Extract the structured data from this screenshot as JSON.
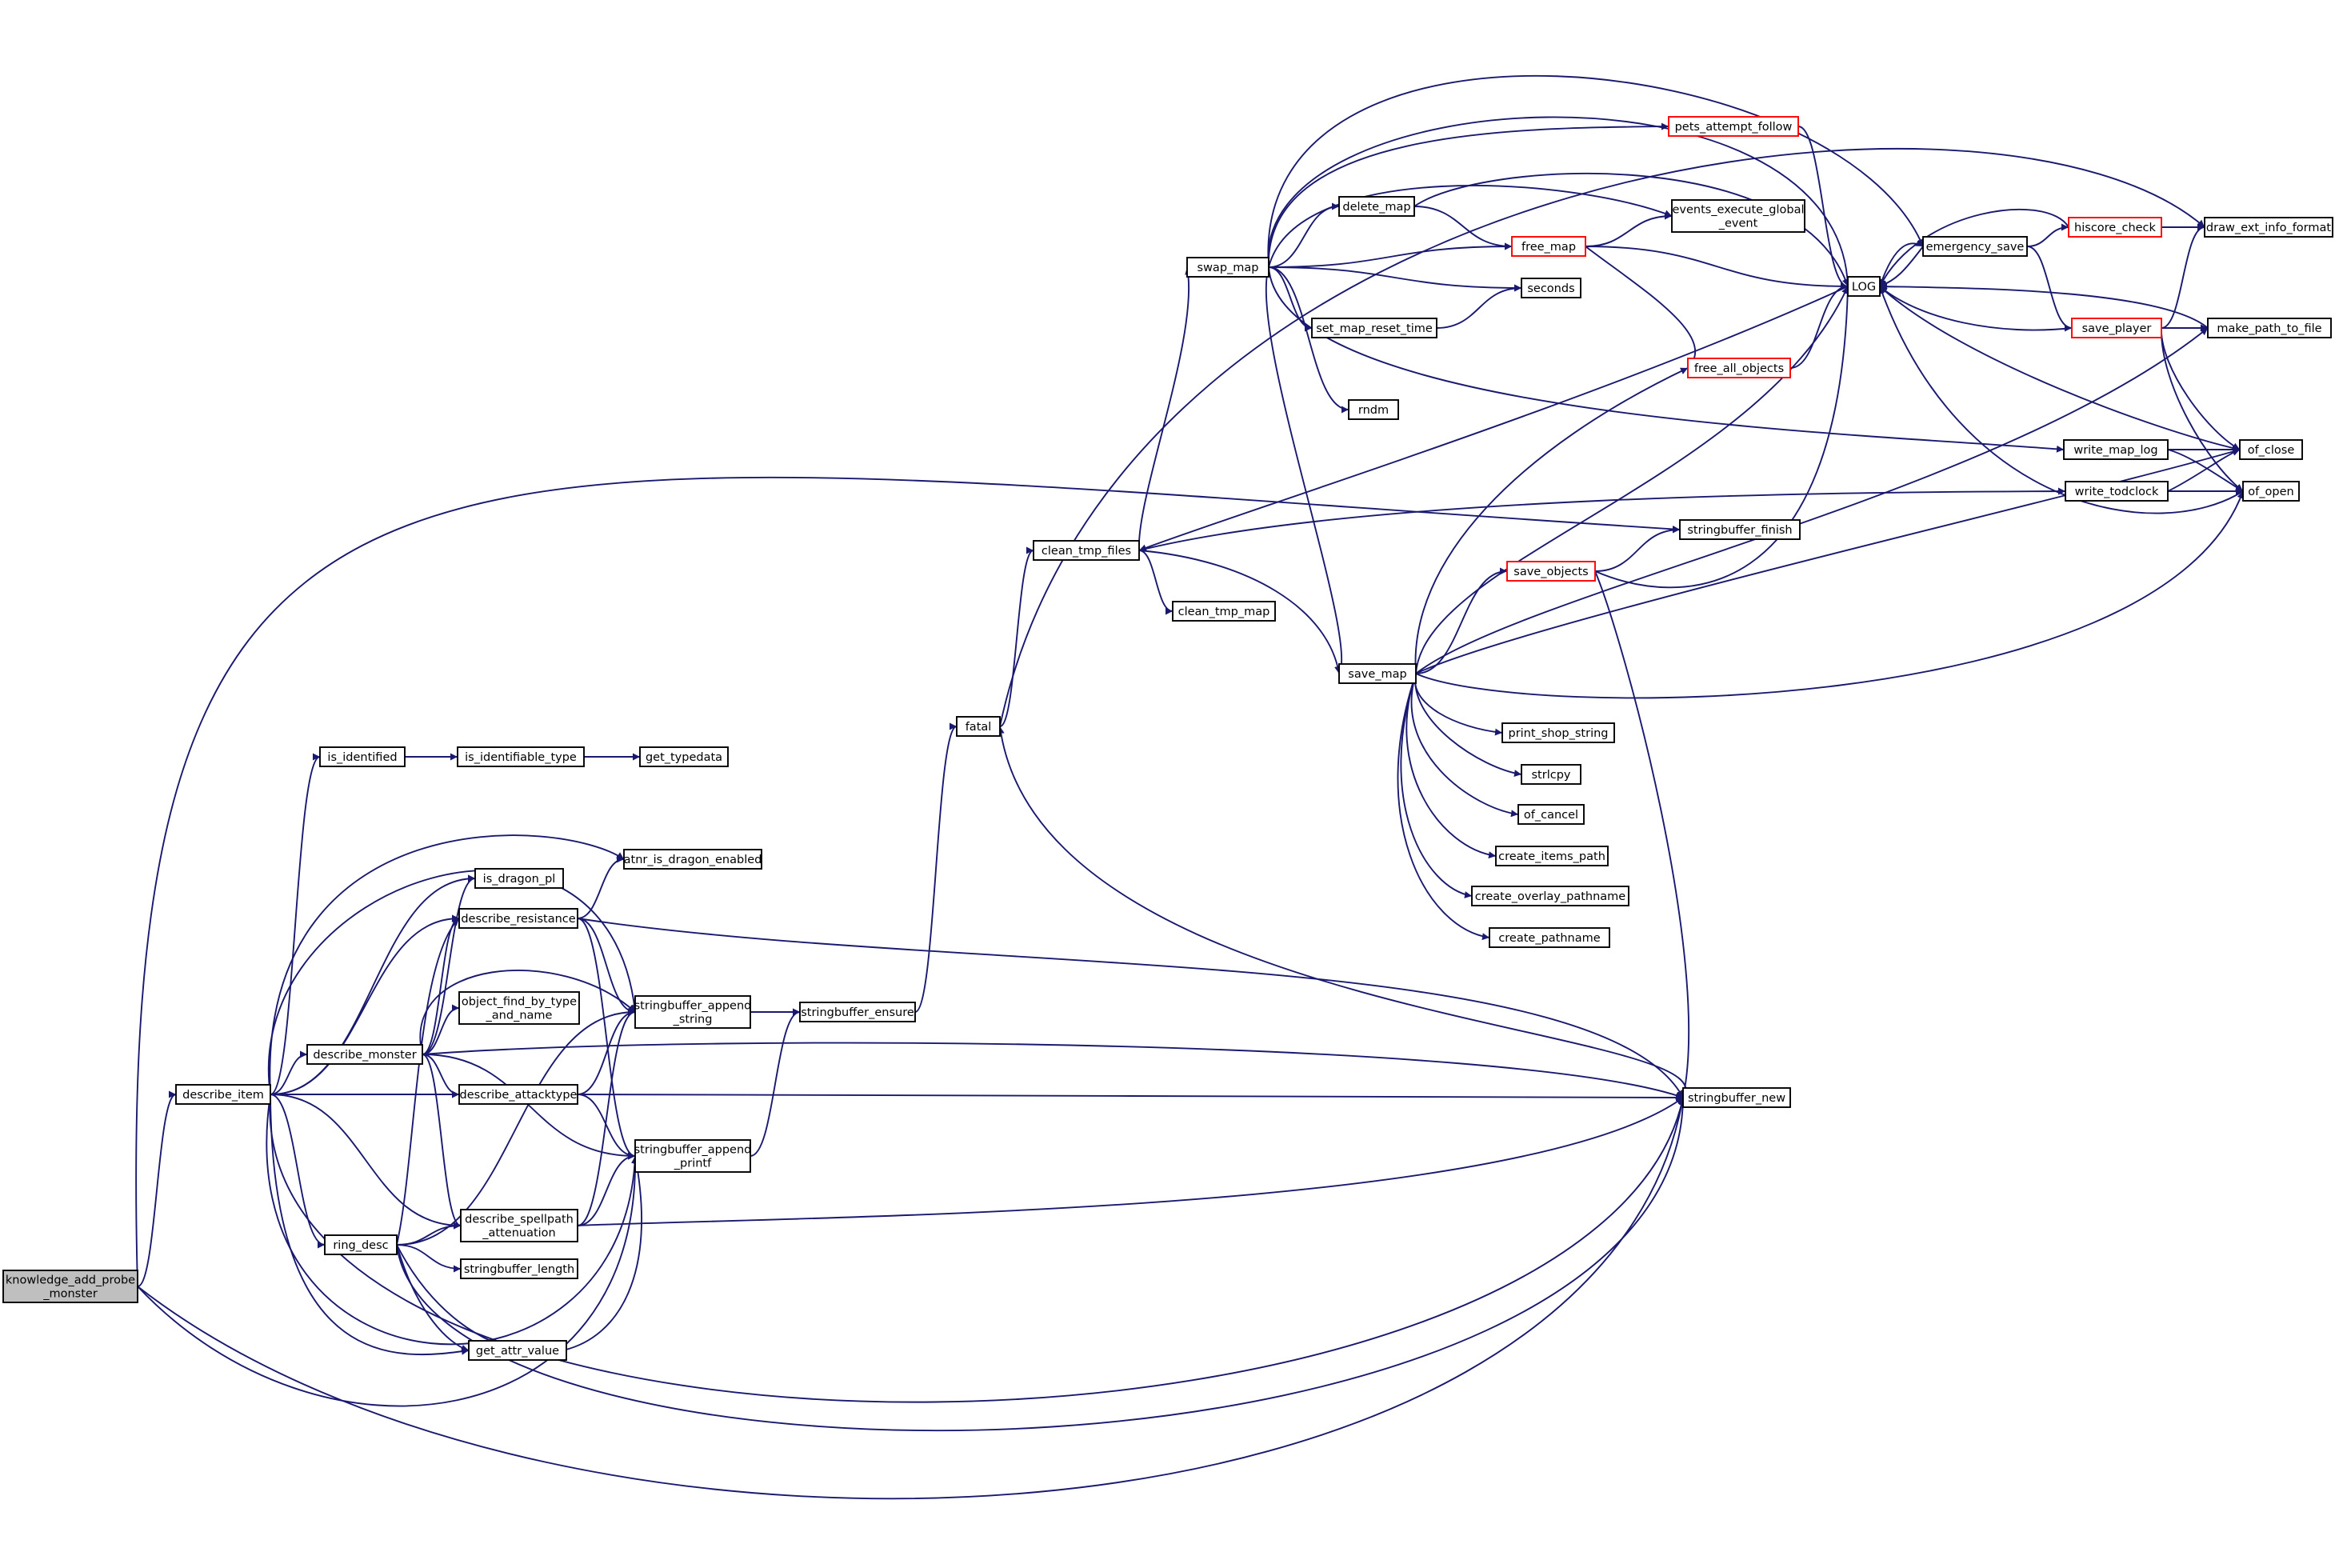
{
  "colors": {
    "edge": "#191970",
    "root_fill": "#bfbfbf",
    "truncated_border": "#ff0000",
    "border": "#000000"
  },
  "nodes": {
    "knowledge_add_probe_monster": {
      "lines": [
        "knowledge_add_probe",
        "_monster"
      ],
      "root": true
    },
    "describe_item": {
      "lines": [
        "describe_item"
      ]
    },
    "is_identified": {
      "lines": [
        "is_identified"
      ]
    },
    "is_identifiable_type": {
      "lines": [
        "is_identifiable_type"
      ]
    },
    "get_typedata": {
      "lines": [
        "get_typedata"
      ]
    },
    "atnr_is_dragon_enabled": {
      "lines": [
        "atnr_is_dragon_enabled"
      ]
    },
    "is_dragon_pl": {
      "lines": [
        "is_dragon_pl"
      ]
    },
    "describe_resistance": {
      "lines": [
        "describe_resistance"
      ]
    },
    "object_find_by_type_and_name": {
      "lines": [
        "object_find_by_type",
        "_and_name"
      ]
    },
    "describe_monster": {
      "lines": [
        "describe_monster"
      ]
    },
    "stringbuffer_append_string": {
      "lines": [
        "stringbuffer_append",
        "_string"
      ]
    },
    "stringbuffer_ensure": {
      "lines": [
        "stringbuffer_ensure"
      ]
    },
    "describe_attacktype": {
      "lines": [
        "describe_attacktype"
      ]
    },
    "stringbuffer_append_printf": {
      "lines": [
        "stringbuffer_append",
        "_printf"
      ]
    },
    "describe_spellpath_attenuation": {
      "lines": [
        "describe_spellpath",
        "_attenuation"
      ]
    },
    "ring_desc": {
      "lines": [
        "ring_desc"
      ]
    },
    "stringbuffer_length": {
      "lines": [
        "stringbuffer_length"
      ]
    },
    "get_attr_value": {
      "lines": [
        "get_attr_value"
      ]
    },
    "fatal": {
      "lines": [
        "fatal"
      ]
    },
    "clean_tmp_files": {
      "lines": [
        "clean_tmp_files"
      ]
    },
    "clean_tmp_map": {
      "lines": [
        "clean_tmp_map"
      ]
    },
    "swap_map": {
      "lines": [
        "swap_map"
      ]
    },
    "delete_map": {
      "lines": [
        "delete_map"
      ]
    },
    "free_map": {
      "lines": [
        "free_map"
      ],
      "truncated": true
    },
    "set_map_reset_time": {
      "lines": [
        "set_map_reset_time"
      ]
    },
    "rndm": {
      "lines": [
        "rndm"
      ]
    },
    "seconds": {
      "lines": [
        "seconds"
      ]
    },
    "events_execute_global_event": {
      "lines": [
        "events_execute_global",
        "_event"
      ]
    },
    "pets_attempt_follow": {
      "lines": [
        "pets_attempt_follow"
      ],
      "truncated": true
    },
    "LOG": {
      "lines": [
        "LOG"
      ]
    },
    "free_all_objects": {
      "lines": [
        "free_all_objects"
      ],
      "truncated": true
    },
    "save_map": {
      "lines": [
        "save_map"
      ]
    },
    "save_objects": {
      "lines": [
        "save_objects"
      ],
      "truncated": true
    },
    "print_shop_string": {
      "lines": [
        "print_shop_string"
      ]
    },
    "strlcpy": {
      "lines": [
        "strlcpy"
      ]
    },
    "of_cancel": {
      "lines": [
        "of_cancel"
      ]
    },
    "create_items_path": {
      "lines": [
        "create_items_path"
      ]
    },
    "create_overlay_pathname": {
      "lines": [
        "create_overlay_pathname"
      ]
    },
    "create_pathname": {
      "lines": [
        "create_pathname"
      ]
    },
    "stringbuffer_finish": {
      "lines": [
        "stringbuffer_finish"
      ]
    },
    "stringbuffer_new": {
      "lines": [
        "stringbuffer_new"
      ]
    },
    "emergency_save": {
      "lines": [
        "emergency_save"
      ]
    },
    "hiscore_check": {
      "lines": [
        "hiscore_check"
      ],
      "truncated": true
    },
    "save_player": {
      "lines": [
        "save_player"
      ],
      "truncated": true
    },
    "draw_ext_info_format": {
      "lines": [
        "draw_ext_info_format"
      ]
    },
    "make_path_to_file": {
      "lines": [
        "make_path_to_file"
      ]
    },
    "write_map_log": {
      "lines": [
        "write_map_log"
      ]
    },
    "write_todclock": {
      "lines": [
        "write_todclock"
      ]
    },
    "of_close": {
      "lines": [
        "of_close"
      ]
    },
    "of_open": {
      "lines": [
        "of_open"
      ]
    }
  },
  "edges": [
    [
      "knowledge_add_probe_monster",
      "describe_item"
    ],
    [
      "knowledge_add_probe_monster",
      "stringbuffer_finish"
    ],
    [
      "knowledge_add_probe_monster",
      "stringbuffer_append_printf"
    ],
    [
      "knowledge_add_probe_monster",
      "stringbuffer_new"
    ],
    [
      "describe_item",
      "is_identified"
    ],
    [
      "describe_item",
      "atnr_is_dragon_enabled"
    ],
    [
      "describe_item",
      "is_dragon_pl"
    ],
    [
      "describe_item",
      "describe_resistance"
    ],
    [
      "describe_item",
      "describe_monster"
    ],
    [
      "describe_item",
      "stringbuffer_append_string"
    ],
    [
      "describe_item",
      "describe_attacktype"
    ],
    [
      "describe_item",
      "describe_spellpath_attenuation"
    ],
    [
      "describe_item",
      "ring_desc"
    ],
    [
      "describe_item",
      "get_attr_value"
    ],
    [
      "describe_item",
      "stringbuffer_append_printf"
    ],
    [
      "describe_item",
      "stringbuffer_new"
    ],
    [
      "is_identified",
      "is_identifiable_type"
    ],
    [
      "is_identifiable_type",
      "get_typedata"
    ],
    [
      "describe_resistance",
      "atnr_is_dragon_enabled"
    ],
    [
      "describe_resistance",
      "stringbuffer_append_string"
    ],
    [
      "describe_resistance",
      "stringbuffer_append_printf"
    ],
    [
      "describe_resistance",
      "stringbuffer_new"
    ],
    [
      "describe_monster",
      "is_dragon_pl"
    ],
    [
      "describe_monster",
      "describe_resistance"
    ],
    [
      "describe_monster",
      "object_find_by_type_and_name"
    ],
    [
      "describe_monster",
      "stringbuffer_append_string"
    ],
    [
      "describe_monster",
      "describe_attacktype"
    ],
    [
      "describe_monster",
      "stringbuffer_append_printf"
    ],
    [
      "describe_monster",
      "describe_spellpath_attenuation"
    ],
    [
      "describe_monster",
      "stringbuffer_new"
    ],
    [
      "describe_attacktype",
      "stringbuffer_append_string"
    ],
    [
      "describe_attacktype",
      "stringbuffer_append_printf"
    ],
    [
      "describe_attacktype",
      "stringbuffer_new"
    ],
    [
      "describe_spellpath_attenuation",
      "stringbuffer_append_string"
    ],
    [
      "describe_spellpath_attenuation",
      "stringbuffer_append_printf"
    ],
    [
      "describe_spellpath_attenuation",
      "stringbuffer_new"
    ],
    [
      "ring_desc",
      "describe_resistance"
    ],
    [
      "ring_desc",
      "stringbuffer_append_string"
    ],
    [
      "ring_desc",
      "describe_spellpath_attenuation"
    ],
    [
      "ring_desc",
      "stringbuffer_length"
    ],
    [
      "ring_desc",
      "get_attr_value"
    ],
    [
      "ring_desc",
      "stringbuffer_append_printf"
    ],
    [
      "ring_desc",
      "stringbuffer_new"
    ],
    [
      "stringbuffer_append_string",
      "stringbuffer_ensure"
    ],
    [
      "stringbuffer_append_printf",
      "stringbuffer_ensure"
    ],
    [
      "stringbuffer_ensure",
      "fatal"
    ],
    [
      "fatal",
      "clean_tmp_files"
    ],
    [
      "fatal",
      "draw_ext_info_format"
    ],
    [
      "clean_tmp_files",
      "swap_map"
    ],
    [
      "clean_tmp_files",
      "clean_tmp_map"
    ],
    [
      "clean_tmp_files",
      "save_map"
    ],
    [
      "clean_tmp_files",
      "write_todclock"
    ],
    [
      "swap_map",
      "emergency_save"
    ],
    [
      "swap_map",
      "pets_attempt_follow"
    ],
    [
      "swap_map",
      "LOG"
    ],
    [
      "swap_map",
      "delete_map"
    ],
    [
      "swap_map",
      "events_execute_global_event"
    ],
    [
      "swap_map",
      "free_map"
    ],
    [
      "swap_map",
      "seconds"
    ],
    [
      "swap_map",
      "set_map_reset_time"
    ],
    [
      "swap_map",
      "rndm"
    ],
    [
      "swap_map",
      "write_map_log"
    ],
    [
      "swap_map",
      "save_map"
    ],
    [
      "delete_map",
      "free_map"
    ],
    [
      "delete_map",
      "LOG"
    ],
    [
      "free_map",
      "events_execute_global_event"
    ],
    [
      "free_map",
      "LOG"
    ],
    [
      "free_map",
      "free_all_objects"
    ],
    [
      "set_map_reset_time",
      "seconds"
    ],
    [
      "pets_attempt_follow",
      "LOG"
    ],
    [
      "free_all_objects",
      "LOG"
    ],
    [
      "LOG",
      "clean_tmp_files"
    ],
    [
      "LOG",
      "emergency_save"
    ],
    [
      "emergency_save",
      "LOG"
    ],
    [
      "emergency_save",
      "hiscore_check"
    ],
    [
      "emergency_save",
      "save_player"
    ],
    [
      "hiscore_check",
      "LOG"
    ],
    [
      "hiscore_check",
      "draw_ext_info_format"
    ],
    [
      "save_player",
      "LOG"
    ],
    [
      "save_player",
      "draw_ext_info_format"
    ],
    [
      "save_player",
      "make_path_to_file"
    ],
    [
      "save_player",
      "of_close"
    ],
    [
      "save_player",
      "of_open"
    ],
    [
      "make_path_to_file",
      "LOG"
    ],
    [
      "of_close",
      "LOG"
    ],
    [
      "of_open",
      "LOG"
    ],
    [
      "write_map_log",
      "of_close"
    ],
    [
      "write_map_log",
      "of_open"
    ],
    [
      "write_todclock",
      "of_close"
    ],
    [
      "write_todclock",
      "of_open"
    ],
    [
      "save_map",
      "free_all_objects"
    ],
    [
      "save_map",
      "LOG"
    ],
    [
      "save_map",
      "save_objects"
    ],
    [
      "save_map",
      "make_path_to_file"
    ],
    [
      "save_map",
      "of_close"
    ],
    [
      "save_map",
      "of_open"
    ],
    [
      "save_map",
      "print_shop_string"
    ],
    [
      "save_map",
      "strlcpy"
    ],
    [
      "save_map",
      "of_cancel"
    ],
    [
      "save_map",
      "create_items_path"
    ],
    [
      "save_map",
      "create_overlay_pathname"
    ],
    [
      "save_map",
      "create_pathname"
    ],
    [
      "save_objects",
      "stringbuffer_finish"
    ],
    [
      "save_objects",
      "LOG"
    ],
    [
      "save_objects",
      "stringbuffer_new"
    ],
    [
      "stringbuffer_new",
      "fatal"
    ]
  ]
}
